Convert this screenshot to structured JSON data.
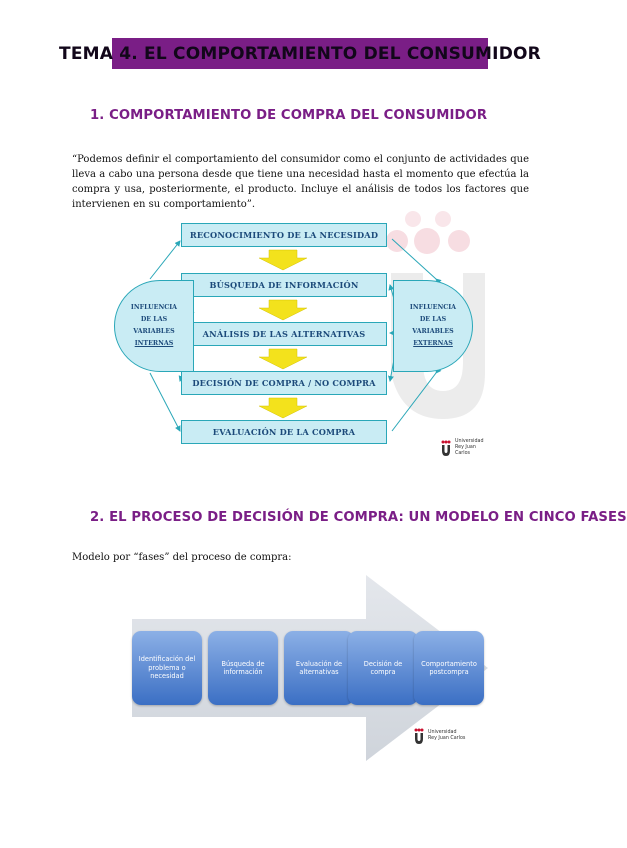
{
  "title": "TEMA 4. EL COMPORTAMIENTO DEL CONSUMIDOR",
  "section1": {
    "heading": "1.  COMPORTAMIENTO DE COMPRA DEL CONSUMIDOR",
    "paragraph": "“Podemos definir el comportamiento del consumidor como el conjunto de actividades que lleva a cabo una persona desde que tiene una necesidad hasta el momento que efectúa la compra y usa, posteriormente, el producto. Incluye el análisis de todos los factores que intervienen en su comportamiento”."
  },
  "diagram1": {
    "stages": [
      "RECONOCIMIENTO DE LA NECESIDAD",
      "BÚSQUEDA DE INFORMACIÓN",
      "ANÁLISIS DE LAS ALTERNATIVAS",
      "DECISIÓN DE COMPRA / NO COMPRA",
      "EVALUACIÓN DE LA COMPRA"
    ],
    "left_influence": {
      "line1": "INFLUENCIA",
      "line2": "DE LAS",
      "line3": "VARIABLES",
      "line4": "INTERNAS"
    },
    "right_influence": {
      "line1": "INFLUENCIA",
      "line2": "DE LAS",
      "line3": "VARIABLES",
      "line4": "EXTERNAS"
    },
    "logo": {
      "line1": "Universidad",
      "line2": "Rey Juan Carlos"
    }
  },
  "section2": {
    "heading": "2.  EL PROCESO DE DECISIÓN DE COMPRA: UN MODELO EN CINCO FASES",
    "intro": "Modelo por “fases” del proceso de compra:"
  },
  "diagram2": {
    "phases": [
      [
        "Identificación del",
        "problema o",
        "necesidad"
      ],
      [
        "Búsqueda de",
        "información"
      ],
      [
        "Evaluación de",
        "alternativas"
      ],
      [
        "Decisión de",
        "compra"
      ],
      [
        "Comportamiento",
        "postcompra"
      ]
    ],
    "logo": {
      "line1": "Universidad",
      "line2": "Rey Juan Carlos"
    }
  },
  "colors": {
    "banner": "#7a1e86",
    "heading": "#7a1e86",
    "stage_fill": "#c9ecf4",
    "stage_border": "#2aa7b8",
    "stage_text": "#1c4a7a",
    "arrow_yellow": "#f3e21c",
    "phase_fill": "#4a7fd0"
  }
}
